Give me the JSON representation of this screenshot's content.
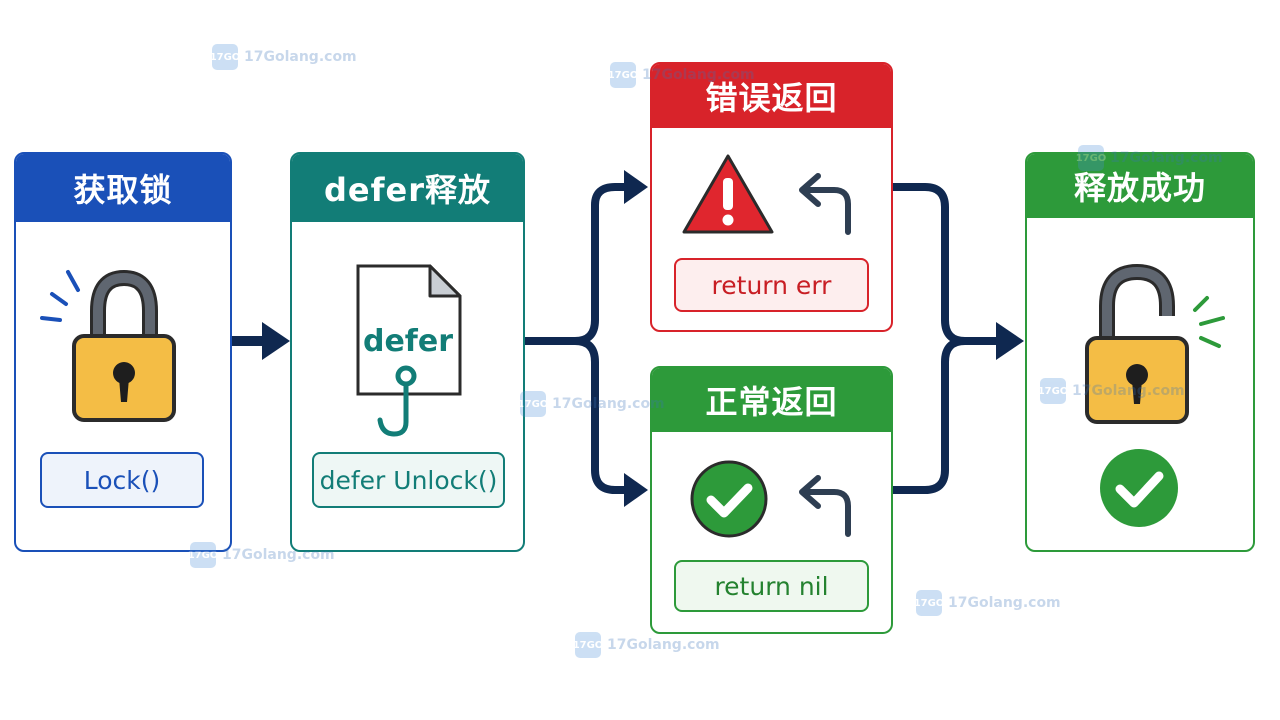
{
  "steps": {
    "acquire": {
      "title": "获取锁",
      "code": "Lock()",
      "icon": "locked-padlock-icon",
      "color": "#1a50b8"
    },
    "defer": {
      "title": "defer释放",
      "code": "defer Unlock()",
      "doc_label": "defer",
      "icon": "document-hook-icon",
      "color": "#127d77"
    },
    "error_return": {
      "title": "错误返回",
      "code": "return err",
      "icon": "warning-triangle-icon",
      "color": "#d8232a"
    },
    "normal_return": {
      "title": "正常返回",
      "code": "return nil",
      "icon": "check-circle-icon",
      "color": "#2d9a3a"
    },
    "release_success": {
      "title": "释放成功",
      "icon": "unlocked-padlock-icon",
      "color": "#2d9a3a"
    }
  },
  "watermark": {
    "text": "17Golang.com",
    "logo": "17GO"
  },
  "connector_color": "#0f2850"
}
